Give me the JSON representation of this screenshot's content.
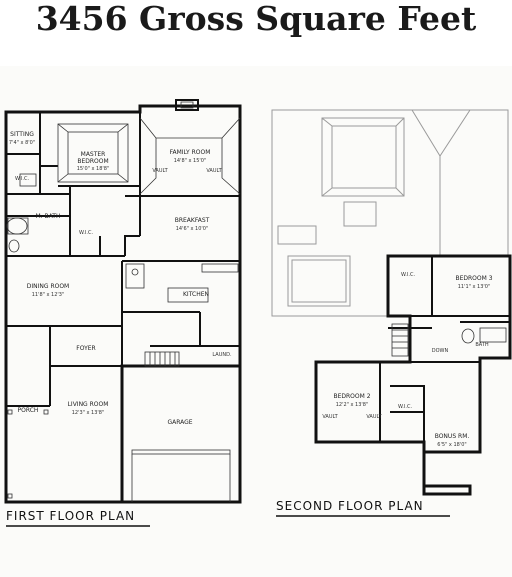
{
  "title": "3456 Gross Square Feet",
  "first_floor": {
    "caption": "FIRST FLOOR PLAN",
    "rooms": {
      "sitting": {
        "name": "SITTING",
        "dims": "7'4\" x 8'0\""
      },
      "master": {
        "name1": "MASTER",
        "name2": "BEDROOM",
        "dims": "15'0\" x 18'8\""
      },
      "family": {
        "name": "FAMILY ROOM",
        "dims": "14'8\" x 15'0\""
      },
      "wic1": "W.I.C.",
      "mbath": "M. BATH",
      "wic2": "W.I.C.",
      "breakfast": {
        "name": "BREAKFAST",
        "dims": "14'6\" x 10'0\""
      },
      "dining": {
        "name": "DINING ROOM",
        "dims": "11'8\" x 12'3\""
      },
      "kitchen": "KITCHEN",
      "foyer": "FOYER",
      "laundry": "LAUND.",
      "porch": "PORCH",
      "living": {
        "name": "LIVING ROOM",
        "dims": "12'3\" x 13'8\""
      },
      "garage": "GARAGE",
      "vault1": "VAULT",
      "vault2": "VAULT"
    }
  },
  "second_floor": {
    "caption": "SECOND FLOOR PLAN",
    "rooms": {
      "wic": "W.I.C.",
      "bedroom3": {
        "name": "BEDROOM 3",
        "dims": "11'1\" x 13'0\""
      },
      "bath": "BATH",
      "bedroom2": {
        "name": "BEDROOM 2",
        "dims": "12'2\" x 13'8\""
      },
      "wic2": "W.I.C.",
      "bonus": {
        "name": "BONUS RM.",
        "dims": "6'5\" x 18'0\""
      },
      "vault1": "VAULT",
      "vault2": "VAULT",
      "down": "DOWN"
    }
  }
}
